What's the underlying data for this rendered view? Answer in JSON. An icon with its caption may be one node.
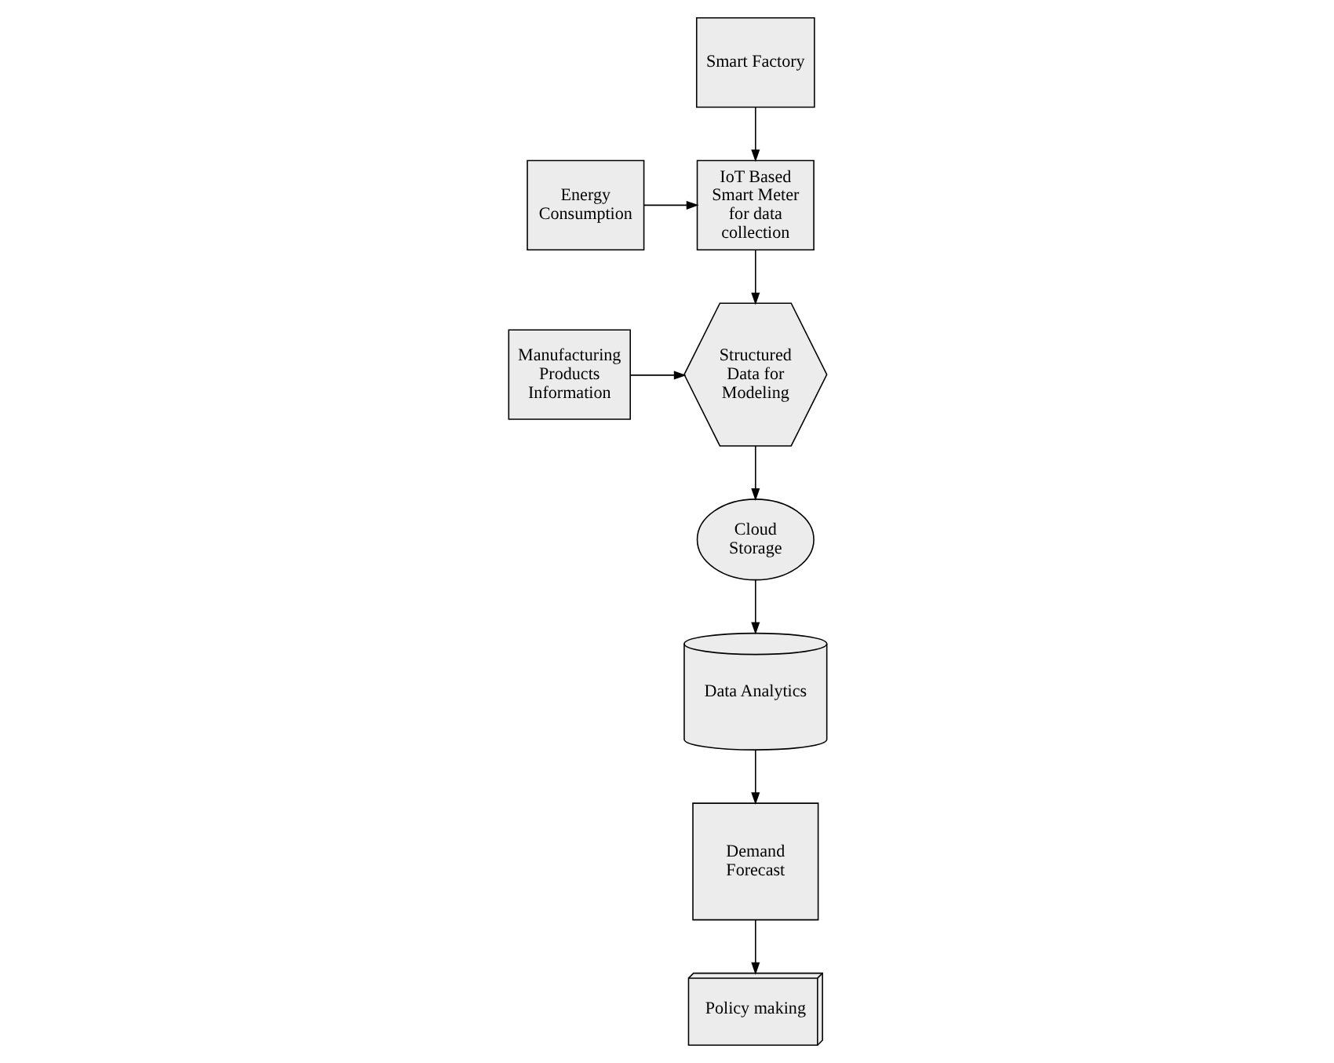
{
  "diagram": {
    "nodes": [
      {
        "text": [
          "Smart Factory"
        ]
      },
      {
        "text": [
          "Energy Consumption"
        ]
      },
      {
        "text": [
          "IoT Based Smart Meter for data collection"
        ]
      },
      {
        "text": [
          "Manufacturing Products Information"
        ]
      },
      {
        "text": [
          "Structured Data for Modeling"
        ]
      },
      {
        "text": [
          "Cloud Storage"
        ]
      },
      {
        "text": [
          "Data Analytics"
        ]
      },
      {
        "text": [
          "Demand Forecast"
        ]
      },
      {
        "text": [
          "Policy making"
        ]
      }
    ],
    "edges": [
      {
        "from": 0,
        "to": 2,
        "arrow": "to"
      },
      {
        "from": 1,
        "to": 2,
        "arrow": "to"
      },
      {
        "from": 2,
        "to": 4,
        "arrow": "to"
      },
      {
        "from": 3,
        "to": 4,
        "arrow": "to"
      },
      {
        "from": 4,
        "to": 5,
        "arrow": "to"
      },
      {
        "from": 5,
        "to": 6,
        "arrow": "to"
      },
      {
        "from": 6,
        "to": 7,
        "arrow": "to"
      },
      {
        "from": 7,
        "to": 8,
        "arrow": "to"
      }
    ]
  }
}
